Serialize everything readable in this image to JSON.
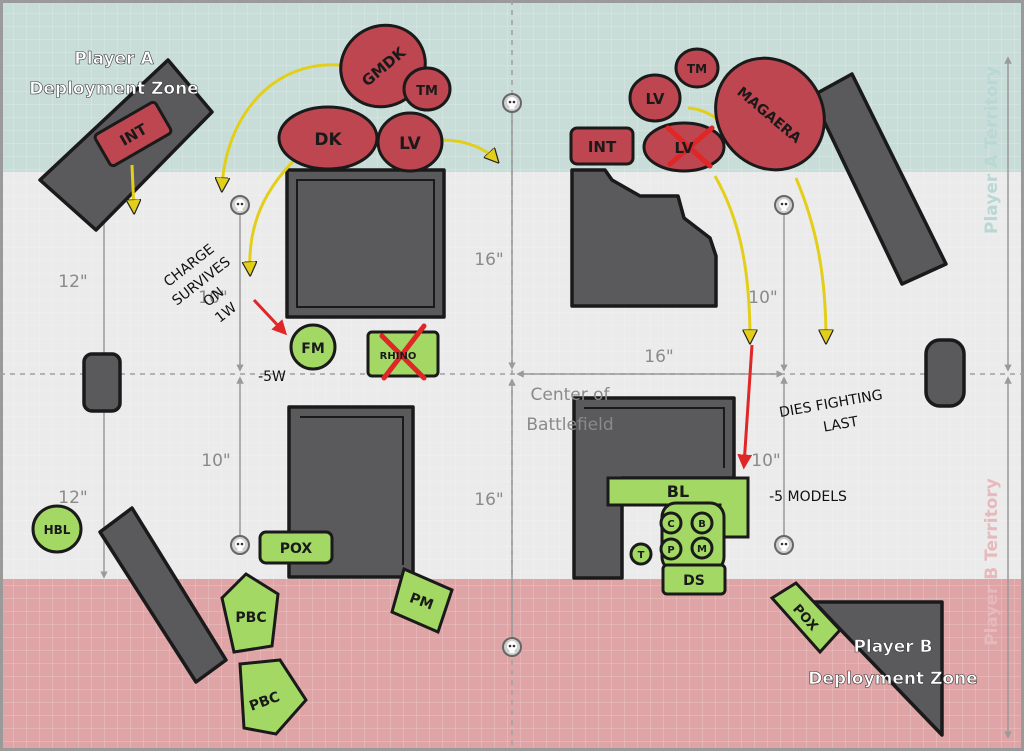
{
  "zones": {
    "player_a_deploy_line1": "Player A",
    "player_a_deploy_line2": "Deployment Zone",
    "player_b_deploy_line1": "Player B",
    "player_b_deploy_line2": "Deployment Zone",
    "player_a_territory": "Player A Territory",
    "player_b_territory": "Player B Territory",
    "center_line1": "Center of",
    "center_line2": "Battlefield"
  },
  "measurements": {
    "left_upper": "12\"",
    "left_lower": "12\"",
    "center_upper": "16\"",
    "center_lower": "16\"",
    "center_right": "16\"",
    "left_objective_upper": "10\"",
    "left_objective_lower": "10\"",
    "right_objective_upper": "10\"",
    "right_objective_lower": "10\""
  },
  "player_a_units": {
    "gmdk": "GMDK",
    "tm_top": "TM",
    "dk": "DK",
    "lv_left": "LV",
    "int_left": "INT",
    "tm_right": "TM",
    "lv_right": "LV",
    "magaera": "MAGAERA",
    "int_right": "INT",
    "lv_crossed": "LV"
  },
  "player_b_units": {
    "fm": "FM",
    "rhino": "RHINO",
    "hbl": "HBL",
    "pox_left": "POX",
    "pbc_upper": "PBC",
    "pbc_lower": "PBC",
    "pm": "PM",
    "bl": "BL",
    "c": "C",
    "b": "B",
    "t": "T",
    "p": "P",
    "m": "M",
    "ds": "DS",
    "pox_right": "POX"
  },
  "notes": {
    "charge_line1": "CHARGE",
    "charge_line2": "SURVIVES",
    "charge_line3": "ON",
    "charge_line4": "1W",
    "fm_wounds": "-5W",
    "dies_line1": "DIES FIGHTING",
    "dies_line2": "LAST",
    "bl_models": "-5 MODELS"
  },
  "colors": {
    "zone_a": "#c8dcd8",
    "neutral": "#ebebeb",
    "zone_b": "#dfa4a6",
    "red_unit": "#bd4650",
    "green_unit": "#a3d865",
    "terrain": "#5a5a5c",
    "yellow_arrow": "#e3cf1a",
    "red_arrow": "#e02626",
    "frame": "#9a9a9a"
  }
}
